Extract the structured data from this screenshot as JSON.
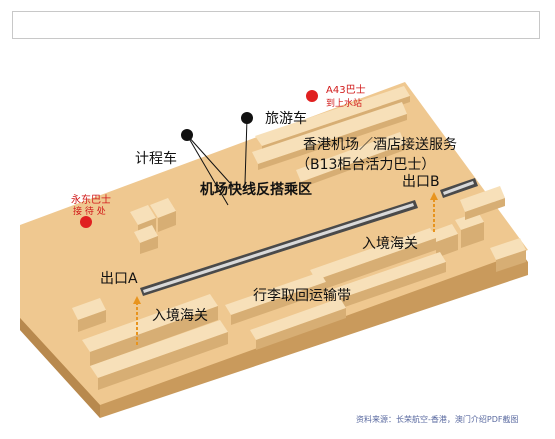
{
  "labels": {
    "taxi": "计程车",
    "tour_bus": "旅游车",
    "airport_express": "机场快线反搭乘区",
    "hotel_service_1": "香港机场／酒店接送服务",
    "hotel_service_2": "（B13柜台活力巴士）",
    "a43_bus": "A43巴士",
    "a43_dest": "到上水站",
    "yongdong_bus": "永东巴士",
    "yongdong_office": "接 待 处",
    "exit_a": "出口A",
    "exit_b": "出口B",
    "customs_1": "入境海关",
    "customs_2": "入境海关",
    "baggage": "行李取回运输带",
    "source": "资料来源：长荣航空-香港，澳门介绍PDF截图"
  },
  "colors": {
    "floor_top": "#efc890",
    "floor_side": "#c99a5c",
    "block_top": "#f7e0b9",
    "block_side": "#d7ae74",
    "marker_red": "#e02020",
    "marker_black": "#111111",
    "arrow_orange": "#e8941e"
  },
  "icons": {
    "marker": "circle-marker-icon",
    "pin": "pin-icon",
    "direction": "arrow-up-icon"
  }
}
